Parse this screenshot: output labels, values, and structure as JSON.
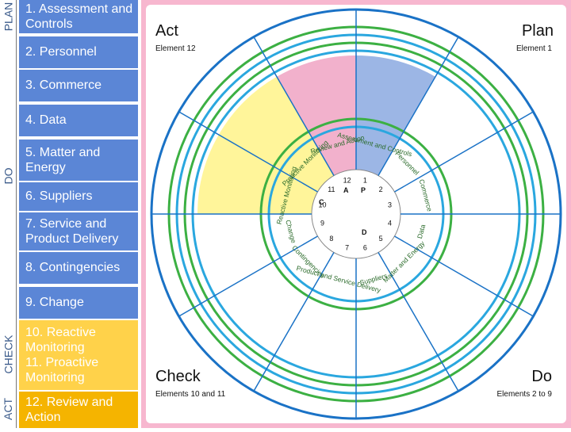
{
  "sidebar": {
    "sections": [
      {
        "label": "PLAN"
      },
      {
        "label": "DO"
      },
      {
        "label": "CHECK"
      },
      {
        "label": "ACT"
      }
    ],
    "items": [
      {
        "label": "1. Assessment and Controls"
      },
      {
        "label": "2. Personnel"
      },
      {
        "label": "3. Commerce"
      },
      {
        "label": "4. Data"
      },
      {
        "label": "5. Matter and Energy"
      },
      {
        "label": "6. Suppliers"
      },
      {
        "label": "7. Service and Product Delivery"
      },
      {
        "label": "8. Contingencies"
      },
      {
        "label": "9. Change"
      },
      {
        "label": "10. Reactive Monitoring"
      },
      {
        "label": "11. Proactive Monitoring"
      },
      {
        "label": "12. Review and Action"
      }
    ]
  },
  "quadrants": {
    "act": {
      "title": "Act",
      "subtitle": "Element 12"
    },
    "plan": {
      "title": "Plan",
      "subtitle": "Element 1"
    },
    "check": {
      "title": "Check",
      "subtitle": "Elements 10 and 11"
    },
    "do": {
      "title": "Do",
      "subtitle": "Elements 2 to 9"
    }
  },
  "wheel": {
    "segments": [
      {
        "label": "Assessment and Controls",
        "number": "1"
      },
      {
        "label": "Personnel",
        "number": "2"
      },
      {
        "label": "Commerce",
        "number": "3"
      },
      {
        "label": "Data",
        "number": "4"
      },
      {
        "label": "Matter and Energy",
        "number": "5"
      },
      {
        "label": "Suppliers",
        "number": "6"
      },
      {
        "label": "Product and Service Delivery",
        "number": "7"
      },
      {
        "label": "Contingencies",
        "number": "8"
      },
      {
        "label": "Change",
        "number": "9"
      },
      {
        "label": "Reactive Monitoring",
        "number": "10"
      },
      {
        "label": "Proactive Monitoring",
        "number": "11"
      },
      {
        "label": "Review and Action",
        "number": "12"
      }
    ],
    "center_letters": [
      "A",
      "P",
      "C",
      "D"
    ]
  },
  "colors": {
    "blue": "#4a7ad0",
    "lightgreen": "#c6e4a8",
    "orange": "#f5b400",
    "yellow": "#ffd24a",
    "pink": "#f2b1cc",
    "plan_wedge": "#4a7ad0",
    "do_wedge": "#8ec8ff",
    "check_wedge": "#fff59a",
    "act_wedge": "#f2b1cc",
    "ring_green": "#3cb043",
    "ring_blue": "#2aa7df",
    "panel_bg": "#f2a0c2"
  }
}
